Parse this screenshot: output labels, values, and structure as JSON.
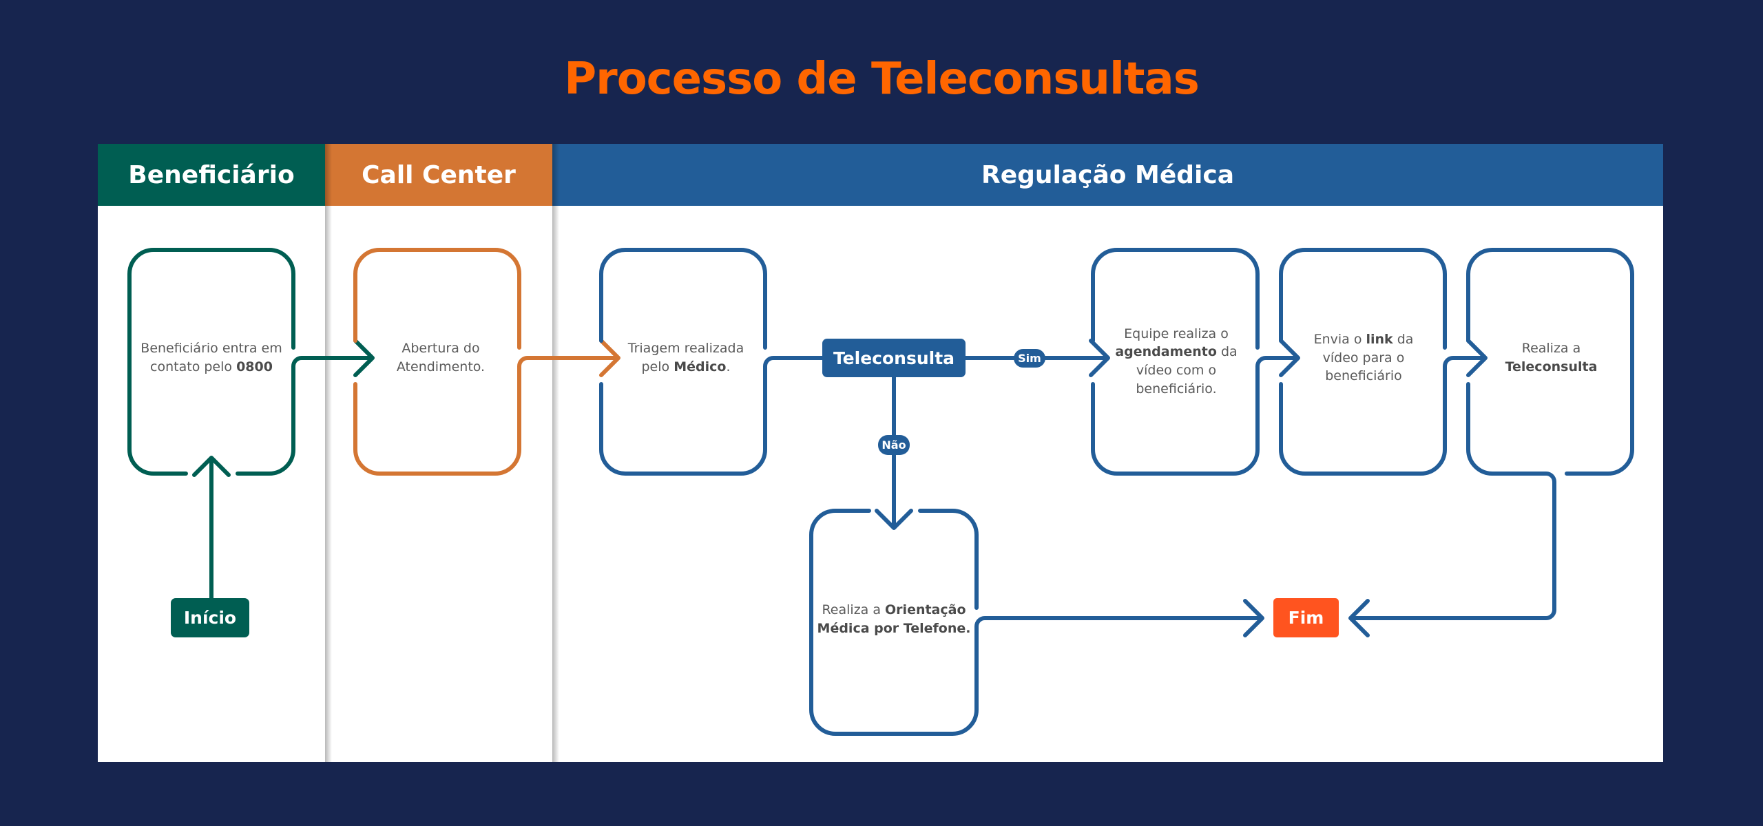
{
  "title": "Processo de Teleconsultas",
  "colors": {
    "background": "#17254f",
    "title": "#ff6600",
    "beneficiario": "#005e52",
    "call_center": "#d47633",
    "regulacao": "#225d98",
    "fim": "#ff541f"
  },
  "lanes": [
    {
      "label": "Beneficiário"
    },
    {
      "label": "Call Center"
    },
    {
      "label": "Regulação Médica"
    }
  ],
  "nodes": {
    "inicio": "Início",
    "fim": "Fim",
    "decision": "Teleconsulta",
    "sim": "Sim",
    "nao": "Não"
  },
  "steps": [
    {
      "pre": "Beneficiário entra em contato pelo ",
      "bold": "0800",
      "post": ""
    },
    {
      "pre": "Abertura do Atendimento.",
      "bold": "",
      "post": ""
    },
    {
      "pre": "Triagem realizada pelo ",
      "bold": "Médico",
      "post": "."
    },
    {
      "pre": "Equipe realiza o ",
      "bold": "agendamento",
      "post": " da vídeo com o beneficiário."
    },
    {
      "pre": "Envia o ",
      "bold": "link",
      "post": " da vídeo para o beneficiário"
    },
    {
      "pre": "Realiza a ",
      "bold": "Teleconsulta",
      "post": ""
    },
    {
      "pre": "Realiza a ",
      "bold": "Orientação Médica por Telefone.",
      "post": ""
    }
  ]
}
